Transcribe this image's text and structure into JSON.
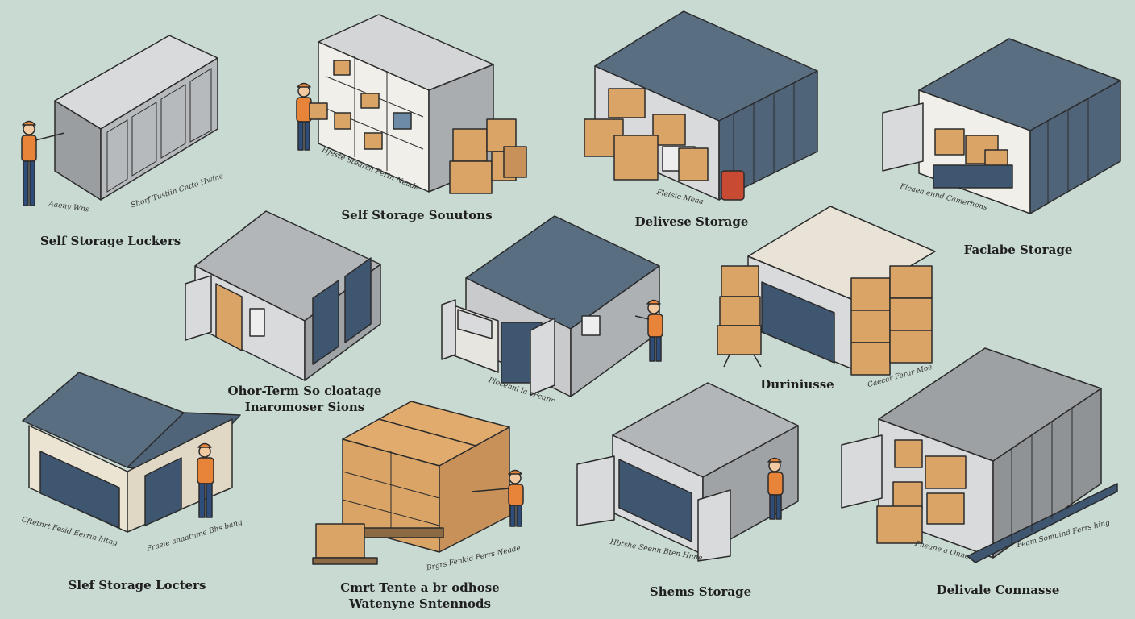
{
  "palette": {
    "background": "#c9dad3",
    "wall_gray": "#b9bcbe",
    "roof_blue": "#5a6e82",
    "shutter_blue": "#3f5670",
    "box_tan": "#d9a466",
    "worker_orange": "#e8843a",
    "worker_pants": "#2f4d7a"
  },
  "panels": [
    {
      "label": [
        "Self Storage Lockers"
      ],
      "captions": [
        "Aaeny Wns",
        "Shorf Tustiin Cntto Hwine"
      ]
    },
    {
      "label": [
        "Self Storage Souutons"
      ],
      "captions": [
        "Hfeste Stearch Fertn Neade"
      ]
    },
    {
      "label": [
        "Delivese Storage"
      ],
      "captions": [
        "Fletsie Meaa"
      ]
    },
    {
      "label": [
        "Faclabe Storage"
      ],
      "captions": [
        "Fleaea ennd Camerhons"
      ]
    },
    {
      "label": [
        "Ohor-Term So cloatage",
        "Inaromoser Sions"
      ],
      "captions": []
    },
    {
      "label": [],
      "captions": [
        "Plocenni la eFeanr"
      ]
    },
    {
      "label": [
        "Duriniusse"
      ],
      "captions": [
        "Caecer Ferar Moe"
      ]
    },
    {
      "label": [
        "Slef Storage Locters"
      ],
      "captions": [
        "Cftetnrt Fesid Eerrin hitng",
        "Fraeie anaatnme Bhs bang"
      ]
    },
    {
      "label": [
        "Cmrt Tente a br odhose",
        "Watenyne Sntennods"
      ],
      "captions": [
        "Brgrs Fenkid Ferrs Neade"
      ]
    },
    {
      "label": [
        "Shems Storage"
      ],
      "captions": [
        "Hbtshe Seenn Bten Hnne"
      ]
    },
    {
      "label": [
        "Delivale Connasse"
      ],
      "captions": [
        "Pneane a Onne",
        "Feam Somuind Ferrs hing"
      ]
    }
  ]
}
